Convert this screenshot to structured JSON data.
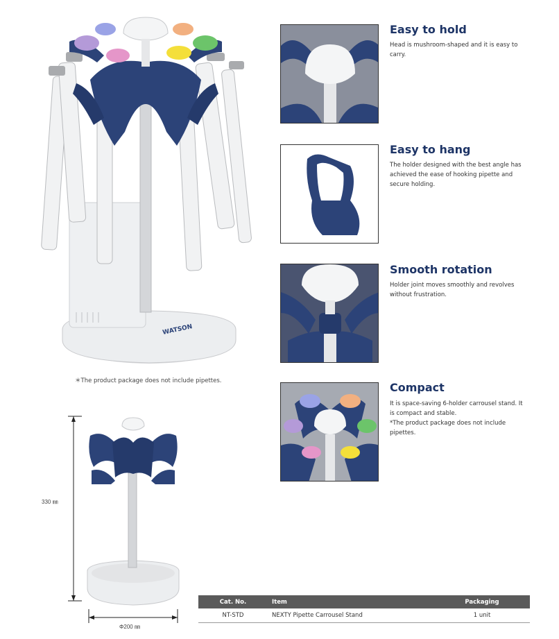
{
  "caption": "＊The product package does not include pipettes.",
  "brand_mark": "WATSON",
  "features": [
    {
      "title": "Easy to hold",
      "text": "Head is mushroom-shaped and it is easy to carry."
    },
    {
      "title": "Easy to hang",
      "text": "The holder designed with the best angle has achieved the ease of hooking pipette and secure holding."
    },
    {
      "title": "Smooth rotation",
      "text": "Holder joint moves smoothly and revolves without frustration."
    },
    {
      "title": "Compact",
      "text": "It is space-saving 6-holder carrousel stand. It is compact and stable.",
      "note": "*The product package does not include pipettes."
    }
  ],
  "dimensions": {
    "height": "330 ㎜",
    "diameter": "Φ200 ㎜"
  },
  "table": {
    "headers": [
      "Cat. No.",
      "Item",
      "Packaging"
    ],
    "rows": [
      [
        "NT-STD",
        "NEXTY Pipette Carrousel Stand",
        "1 unit"
      ]
    ]
  },
  "colors": {
    "navy": "#2c4378",
    "title": "#1d3466",
    "header_bg": "#5a5a5a"
  }
}
